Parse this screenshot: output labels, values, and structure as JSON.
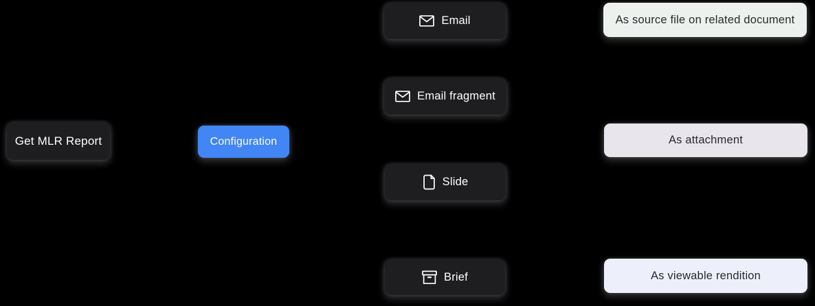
{
  "diagram": {
    "nodes": {
      "get_mlr_report": {
        "label": "Get MLR Report"
      },
      "configuration": {
        "label": "Configuration"
      },
      "email": {
        "label": "Email",
        "icon": "email-icon"
      },
      "email_fragment": {
        "label": "Email fragment",
        "icon": "email-icon"
      },
      "slide": {
        "label": "Slide",
        "icon": "file-icon"
      },
      "brief": {
        "label": "Brief",
        "icon": "archive-box-icon"
      },
      "as_source_file": {
        "label": "As source file on related document"
      },
      "as_attachment": {
        "label": "As attachment"
      },
      "as_viewable_rendition": {
        "label": "As viewable rendition"
      }
    },
    "colors": {
      "background": "#000000",
      "node_dark": "#1e1e20",
      "node_primary_blue": "#4285f4",
      "node_light_green": "#edf1ee",
      "node_light_purple": "#e9e5ec",
      "node_light_blue": "#edf0fb",
      "text_on_dark": "#ffffff",
      "text_on_light": "#29292e"
    }
  }
}
